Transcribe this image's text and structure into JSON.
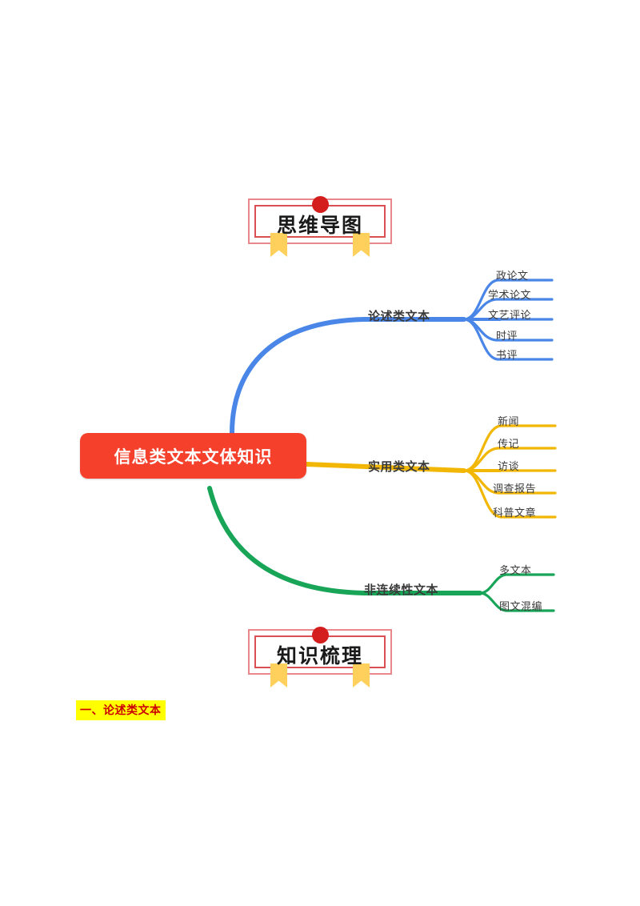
{
  "title": "信息类文本文体知识 思维导图",
  "banners": {
    "top": {
      "text": "思维导图"
    },
    "bottom": {
      "text": "知识梳理"
    }
  },
  "mindmap": {
    "center": {
      "label": "信息类文本文体知识",
      "color": "#f5402c",
      "text_color": "#ffffff"
    },
    "branches": [
      {
        "label": "论述类文本",
        "color": "#4a86e8",
        "children": [
          "政论文",
          "学术论文",
          "文艺评论",
          "时评",
          "书评"
        ]
      },
      {
        "label": "实用类文本",
        "color": "#f2b705",
        "children": [
          "新闻",
          "传记",
          "访谈",
          "调查报告",
          "科普文章"
        ]
      },
      {
        "label": "非连续性文本",
        "color": "#18a558",
        "children": [
          "多文本",
          "图文混编"
        ]
      }
    ]
  },
  "section_heading": {
    "text": "一、论述类文本",
    "highlight_color": "#ffff00",
    "text_color": "#cc0000"
  }
}
